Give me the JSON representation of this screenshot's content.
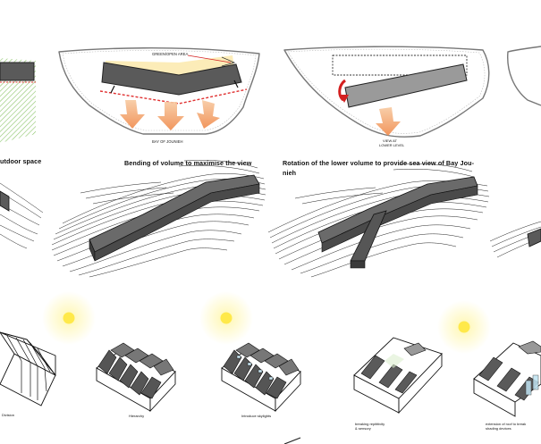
{
  "captions": {
    "outdoor": "utdoor space",
    "bending": "Bending of volume to maximise the view",
    "rotation_1": "Rotation of the lower volume to provide sea view of Bay Jou-",
    "rotation_2": "nieh"
  },
  "plan_labels": {
    "bending_top": "GREEN/OPEN AREA",
    "bending_bottom": "BAY OF JOUNIEH",
    "rotation_view_1": "VIEW AT",
    "rotation_view_2": "LOWER LEVEL"
  },
  "massing_labels": {
    "division": "Division",
    "hierarchy": "Hierarchy",
    "skylights": "Introduce skylights",
    "breaking_1": "breaking repititivity",
    "breaking_2": "& sensory",
    "extension_1": "extension of roof to break",
    "extension_2": "shading devices"
  },
  "colors": {
    "volume": "#5a5a5a",
    "volume_light": "#9a9a9a",
    "arrow_orange": "#f2a36b",
    "sun_yellow": "#ffe94a",
    "dashed_red": "#e03131",
    "rotate_red": "#d42020",
    "green_hatch": "#8cc46a",
    "yellow_zone": "#fbe7a6"
  }
}
